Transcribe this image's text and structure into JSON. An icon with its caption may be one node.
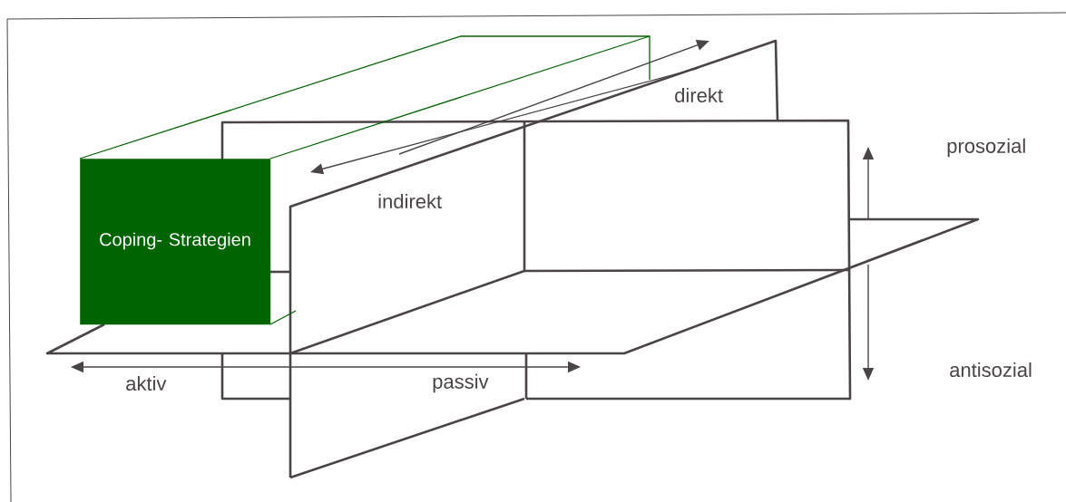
{
  "diagram": {
    "nodes": [
      {
        "text": [
          "Coping- Strategien"
        ]
      }
    ],
    "labels": [
      "direkt",
      "prosozial",
      "indirekt",
      "aktiv",
      "passiv",
      "antisozial"
    ]
  }
}
